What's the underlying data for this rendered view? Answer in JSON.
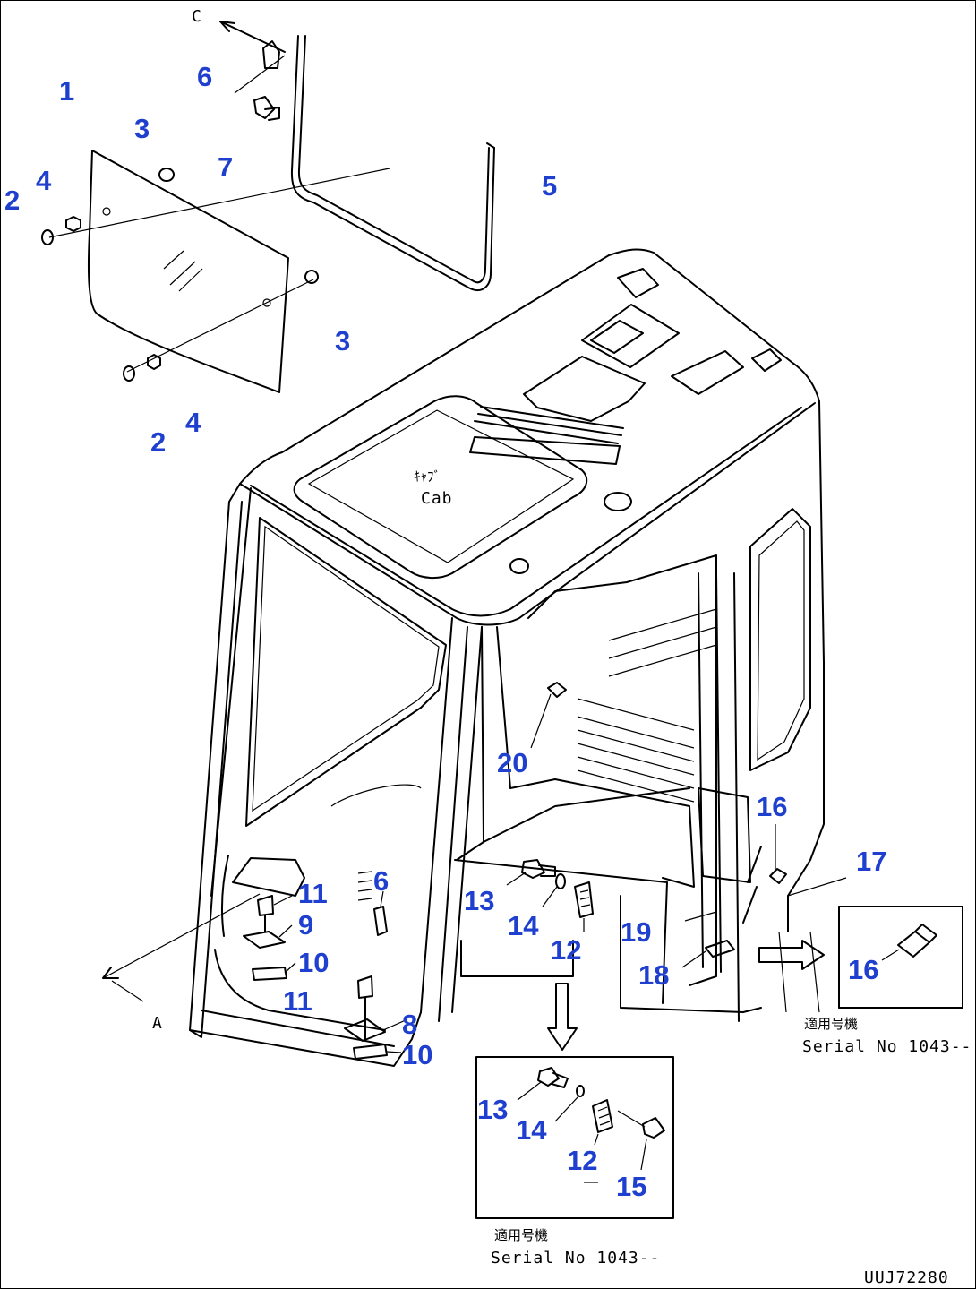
{
  "diagram": {
    "cab_label_jp": "ｷｬﾌﾞ",
    "cab_label_en": "Cab",
    "view_marks": [
      "C",
      "A"
    ],
    "part_numbers": [
      "1",
      "2",
      "3",
      "4",
      "5",
      "6",
      "7",
      "8",
      "9",
      "10",
      "11",
      "12",
      "13",
      "14",
      "15",
      "16",
      "17",
      "18",
      "19",
      "20"
    ],
    "callouts": [
      {
        "part": "1"
      },
      {
        "part": "2"
      },
      {
        "part": "2"
      },
      {
        "part": "3"
      },
      {
        "part": "3"
      },
      {
        "part": "4"
      },
      {
        "part": "4"
      },
      {
        "part": "5"
      },
      {
        "part": "6"
      },
      {
        "part": "6"
      },
      {
        "part": "7"
      },
      {
        "part": "8"
      },
      {
        "part": "9"
      },
      {
        "part": "10"
      },
      {
        "part": "10"
      },
      {
        "part": "11"
      },
      {
        "part": "11"
      },
      {
        "part": "12"
      },
      {
        "part": "12"
      },
      {
        "part": "13"
      },
      {
        "part": "13"
      },
      {
        "part": "14"
      },
      {
        "part": "14"
      },
      {
        "part": "15"
      },
      {
        "part": "16"
      },
      {
        "part": "16"
      },
      {
        "part": "17"
      },
      {
        "part": "18"
      },
      {
        "part": "19"
      },
      {
        "part": "20"
      }
    ],
    "inset_right": {
      "applicable_jp": "適用号機",
      "serial": "Serial No 1043--"
    },
    "inset_bottom": {
      "applicable_jp": "適用号機",
      "serial": "Serial No 1043--"
    },
    "drawing_code": "UUJ72280",
    "colors": {
      "callout": "#1f3fcf",
      "line": "#000000",
      "background": "#ffffff"
    }
  }
}
